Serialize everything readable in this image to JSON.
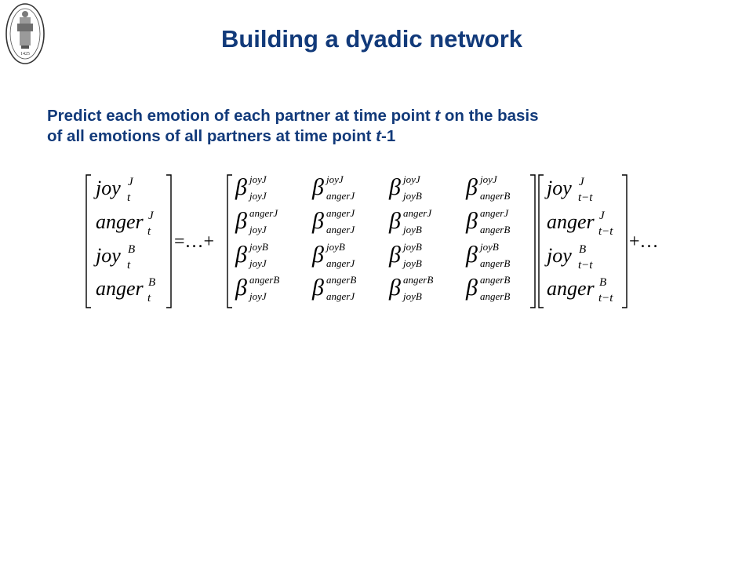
{
  "colors": {
    "title": "#123a7a",
    "text": "#123a7a",
    "math": "#000000"
  },
  "logo": {
    "icon": "university-seal-icon",
    "year": "1425"
  },
  "title": "Building a dyadic network",
  "description": {
    "line1": {
      "p1": "Predict each emotion of each partner at time point ",
      "t1": "t",
      "p2": " on the basis"
    },
    "line2": {
      "p1": "of all emotions of all partners at time point ",
      "t2": "t",
      "p2": "-1"
    }
  },
  "equation": {
    "lhs": [
      {
        "base": "joy",
        "sup": "J",
        "sub": "t"
      },
      {
        "base": "anger",
        "sup": "J",
        "sub": "t"
      },
      {
        "base": "joy",
        "sup": "B",
        "sub": "t"
      },
      {
        "base": "anger",
        "sup": "B",
        "sub": "t"
      }
    ],
    "equals": "=…+",
    "beta_symbol": "β",
    "beta_rows": [
      "joyJ",
      "angerJ",
      "joyB",
      "angerB"
    ],
    "beta_cols": [
      "joyJ",
      "angerJ",
      "joyB",
      "angerB"
    ],
    "rhs": [
      {
        "base": "joy",
        "sup": "J",
        "sub": "t−t"
      },
      {
        "base": "anger",
        "sup": "J",
        "sub": "t−t"
      },
      {
        "base": "joy",
        "sup": "B",
        "sub": "t−t"
      },
      {
        "base": "anger",
        "sup": "B",
        "sub": "t−t"
      }
    ],
    "tail": "+…"
  }
}
